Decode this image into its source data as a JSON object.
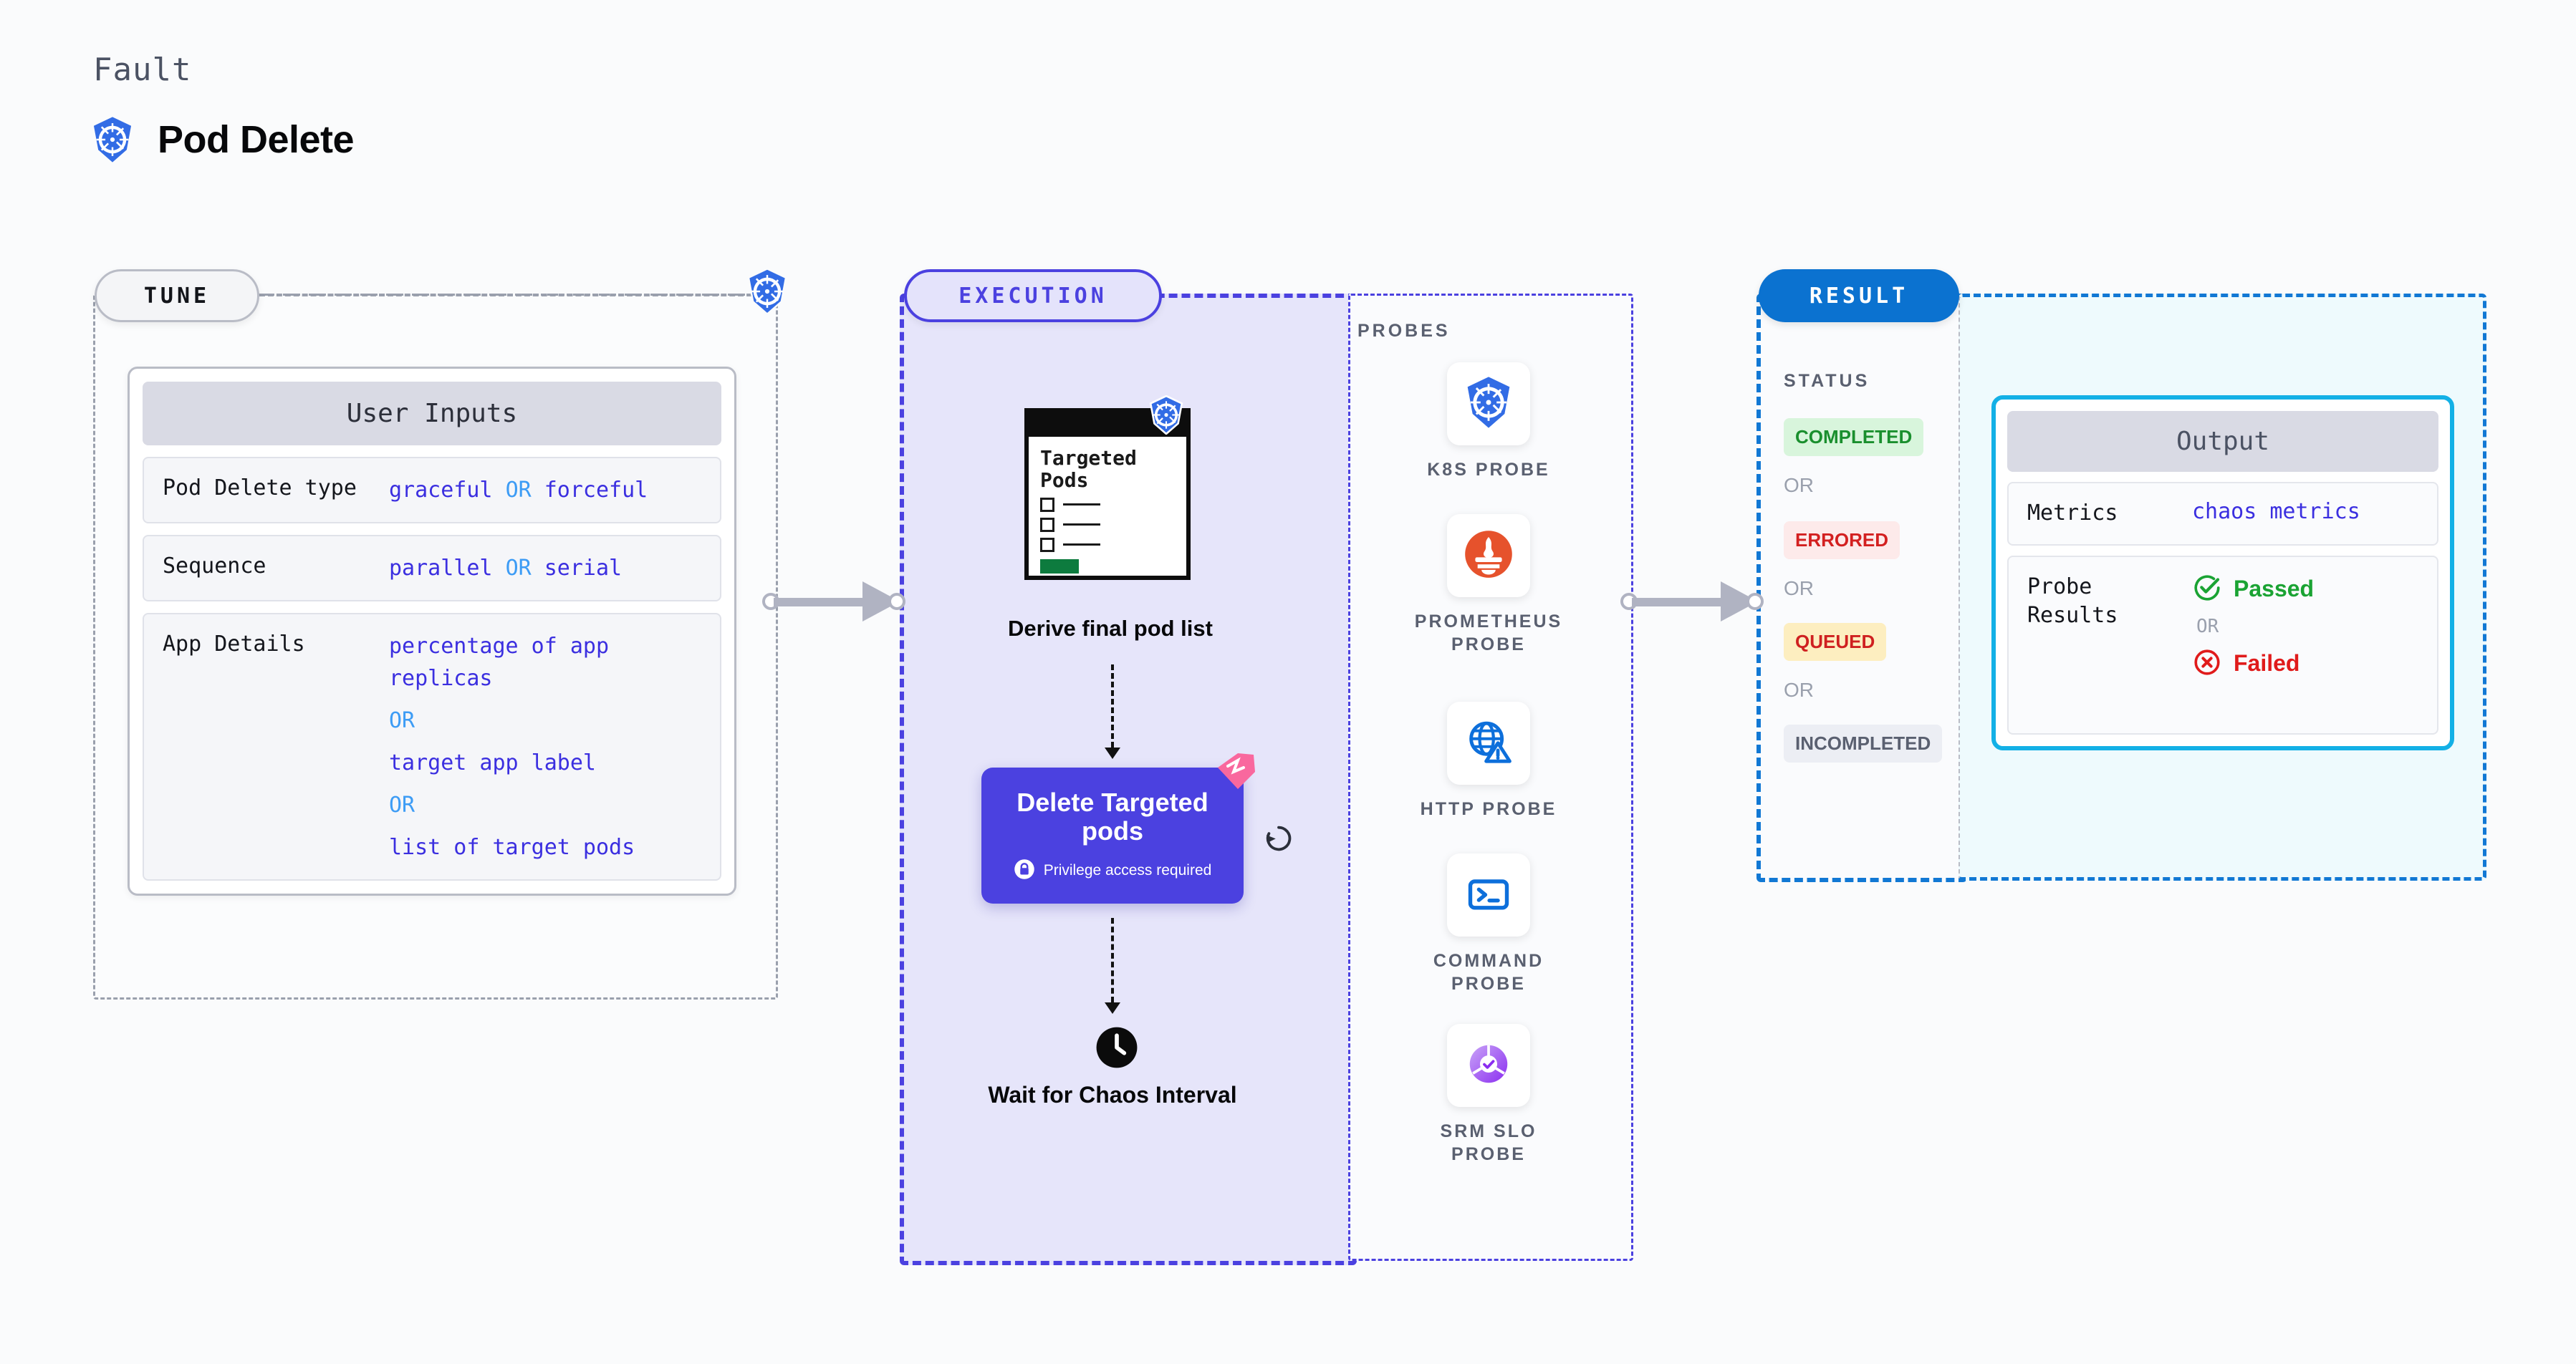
{
  "header": {
    "kicker": "Fault",
    "title": "Pod Delete",
    "logo_icon": "kubernetes-icon"
  },
  "sections": {
    "tune": {
      "chip_label": "TUNE",
      "border_color": "#9aa0ad"
    },
    "execution": {
      "chip_label": "EXECUTION",
      "border_color": "#4b41e0",
      "fill": "#e6e5fa"
    },
    "probes": {
      "title": "PROBES",
      "border_color": "#4b41e0"
    },
    "result": {
      "chip_label": "RESULT",
      "chip_bg": "#0b72d0",
      "border_color": "#1178d4"
    }
  },
  "tune": {
    "card_title": "User Inputs",
    "rows": [
      {
        "key": "Pod Delete type",
        "values": [
          "graceful",
          "forceful"
        ],
        "separator": "OR",
        "inline": true
      },
      {
        "key": "Sequence",
        "values": [
          "parallel",
          "serial"
        ],
        "separator": "OR",
        "inline": true
      },
      {
        "key": "App Details",
        "values": [
          "percentage of app replicas",
          "target app label",
          "list of target pods"
        ],
        "separator": "OR",
        "inline": false
      }
    ]
  },
  "execution": {
    "derive_node": {
      "card_title": "Targeted Pods",
      "label": "Derive final pod list",
      "badge_icon": "kubernetes-icon",
      "checkbox_count": 3,
      "accent_color": "#0d7b3e"
    },
    "delete_node": {
      "title": "Delete Targeted pods",
      "privilege_text": "Privilege access required",
      "privilege_icon": "lock-icon",
      "ribbon_icon": "litmus-ribbon-icon",
      "loop_icon": "rotate-loop-icon",
      "color": "#4b41e0"
    },
    "wait_node": {
      "label": "Wait for Chaos Interval",
      "icon": "clock-icon"
    }
  },
  "probes": [
    {
      "label": "K8S PROBE",
      "icon": "kubernetes-icon"
    },
    {
      "label": "PROMETHEUS PROBE",
      "icon": "prometheus-icon"
    },
    {
      "label": "HTTP PROBE",
      "icon": "globe-warning-icon"
    },
    {
      "label": "COMMAND PROBE",
      "icon": "terminal-icon"
    },
    {
      "label": "SRM SLO PROBE",
      "icon": "srm-slo-icon"
    }
  ],
  "result": {
    "status_title": "STATUS",
    "or_label": "OR",
    "statuses": [
      {
        "label": "COMPLETED",
        "bg": "#d8f5dc",
        "fg": "#1a8f2e"
      },
      {
        "label": "ERRORED",
        "bg": "#fdeaea",
        "fg": "#d32020"
      },
      {
        "label": "QUEUED",
        "bg": "#fdeec0",
        "fg": "#cf2020"
      },
      {
        "label": "INCOMPLETED",
        "bg": "#eceef4",
        "fg": "#5a6070"
      }
    ],
    "output": {
      "card_title": "Output",
      "metrics_key": "Metrics",
      "metrics_value": "chaos metrics",
      "probe_results_key": "Probe Results",
      "passed_label": "Passed",
      "failed_label": "Failed",
      "or_label": "OR",
      "passed_icon": "check-circle-icon",
      "failed_icon": "x-circle-icon"
    }
  }
}
